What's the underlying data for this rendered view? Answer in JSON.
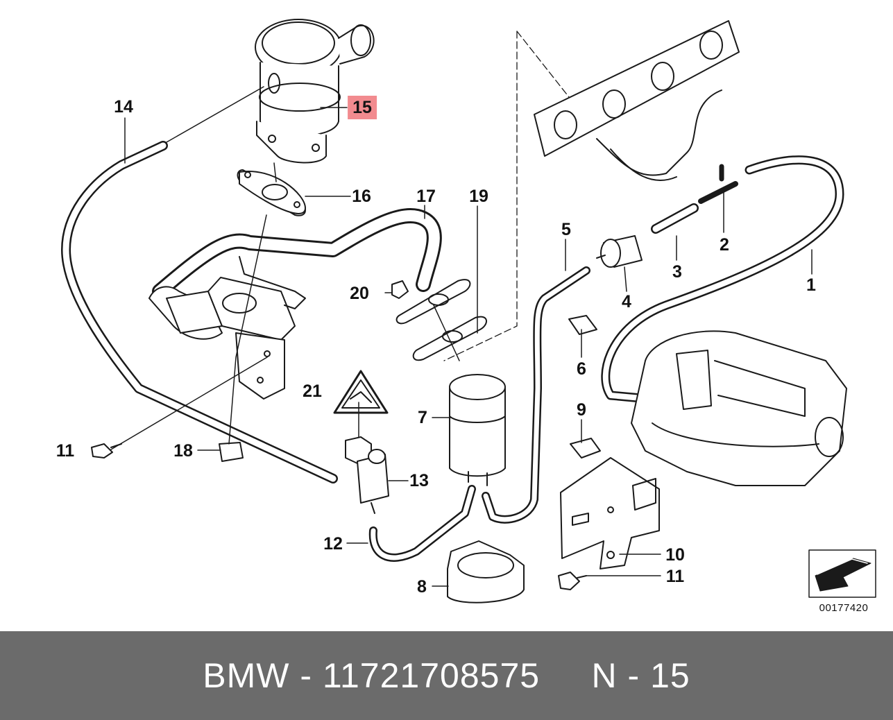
{
  "diagram": {
    "reference_code": "00177420",
    "highlight_color": "#f28b8f",
    "callouts": [
      {
        "id": "c14a",
        "text": "14",
        "highlighted": false
      },
      {
        "id": "c15",
        "text": "15",
        "highlighted": true
      },
      {
        "id": "c16",
        "text": "16",
        "highlighted": false
      },
      {
        "id": "c17",
        "text": "17",
        "highlighted": false
      },
      {
        "id": "c19",
        "text": "19",
        "highlighted": false
      },
      {
        "id": "c20",
        "text": "20",
        "highlighted": false
      },
      {
        "id": "c21",
        "text": "21",
        "highlighted": false
      },
      {
        "id": "c11a",
        "text": "11",
        "highlighted": false
      },
      {
        "id": "c18",
        "text": "18",
        "highlighted": false
      },
      {
        "id": "c13",
        "text": "13",
        "highlighted": false
      },
      {
        "id": "c12",
        "text": "12",
        "highlighted": false
      },
      {
        "id": "c7",
        "text": "7",
        "highlighted": false
      },
      {
        "id": "c8",
        "text": "8",
        "highlighted": false
      },
      {
        "id": "c5",
        "text": "5",
        "highlighted": false
      },
      {
        "id": "c4",
        "text": "4",
        "highlighted": false
      },
      {
        "id": "c3",
        "text": "3",
        "highlighted": false
      },
      {
        "id": "c2",
        "text": "2",
        "highlighted": false
      },
      {
        "id": "c1",
        "text": "1",
        "highlighted": false
      },
      {
        "id": "c6",
        "text": "6",
        "highlighted": false
      },
      {
        "id": "c9",
        "text": "9",
        "highlighted": false
      },
      {
        "id": "c10",
        "text": "10",
        "highlighted": false
      },
      {
        "id": "c11b",
        "text": "11",
        "highlighted": false
      }
    ]
  },
  "footer": {
    "text": "BMW - 11721708575     N - 15",
    "background": "#6b6b6b"
  }
}
